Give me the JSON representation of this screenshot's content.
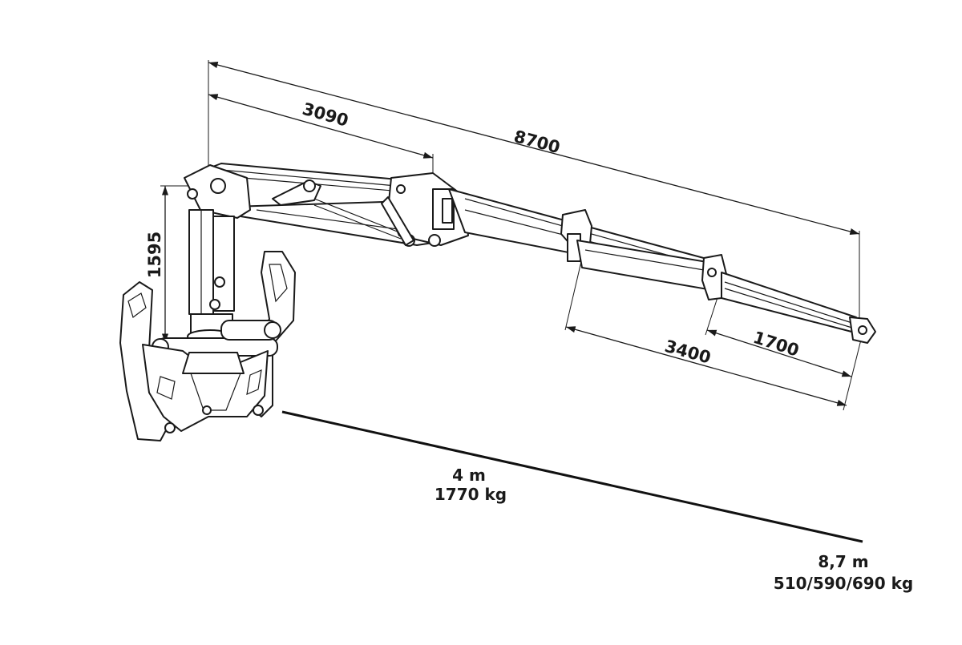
{
  "dimensions": {
    "total_reach": "8700",
    "main_boom": "3090",
    "mast_height": "1595",
    "extension_1": "3400",
    "extension_2": "1700"
  },
  "capacities": {
    "near_reach": "4 m",
    "near_load": "1770 kg",
    "far_reach": "8,7 m",
    "far_load": "510/590/690 kg"
  },
  "colors": {
    "line": "#1a1a1a",
    "background": "#ffffff"
  }
}
